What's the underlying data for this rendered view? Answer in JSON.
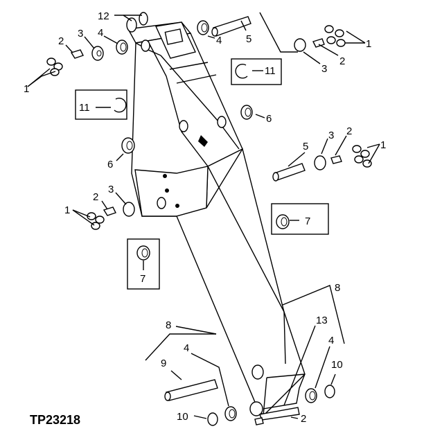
{
  "figure_code": "TP23218",
  "callouts": {
    "c1_ul": "1",
    "c2_ul": "2",
    "c3_ul": "3",
    "c4_ul": "4",
    "c12": "12",
    "c4_top": "4",
    "c5_top": "5",
    "c3_ur": "3",
    "c2_ur": "2",
    "c1_ur": "1",
    "c11_left": "11",
    "c11_right": "11",
    "c6_right": "6",
    "c6_left": "6",
    "c5_mid": "5",
    "c3_mid": "3",
    "c2_mid": "2",
    "c1_mid": "1",
    "c3_lm": "3",
    "c2_lm": "2",
    "c1_lm": "1",
    "c7_right": "7",
    "c7_left": "7",
    "c8_right": "8",
    "c8_left": "8",
    "c13": "13",
    "c4_br": "4",
    "c10_br": "10",
    "c9": "9",
    "c4_bl": "4",
    "c10_bl": "10",
    "c2_bot": "2"
  }
}
